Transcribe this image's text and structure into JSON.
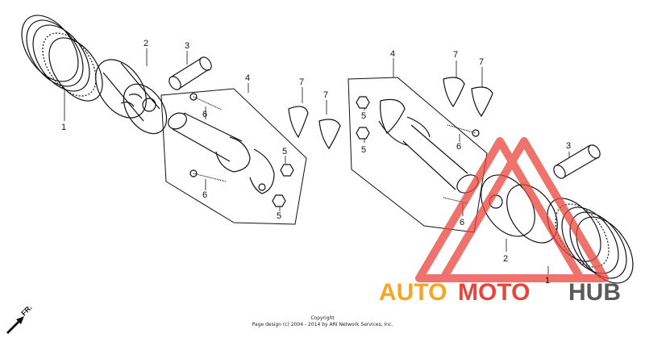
{
  "callouts": {
    "left_1": "1",
    "left_2": "2",
    "left_3": "3",
    "left_4": "4",
    "left_5a": "5",
    "left_5b": "5",
    "left_6a": "6",
    "left_6b": "6",
    "left_7a": "7",
    "left_7b": "7",
    "right_1": "1",
    "right_2": "2",
    "right_3": "3",
    "right_4": "4",
    "right_5a": "5",
    "right_5b": "5",
    "right_6a": "6",
    "right_6b": "6",
    "right_7a": "7",
    "right_7b": "7"
  },
  "copyright": {
    "line1": "Copyright",
    "line2": "Page design (c) 2004 - 2014 by ARI Network Services, Inc."
  },
  "direction_label": "FR.",
  "watermark": {
    "part1": "AUTO",
    "part2": "MOTO",
    "part3": "HUB",
    "colors": {
      "orange": "#f5a623",
      "red": "#e8453c",
      "dark": "#5a5a5a"
    }
  }
}
